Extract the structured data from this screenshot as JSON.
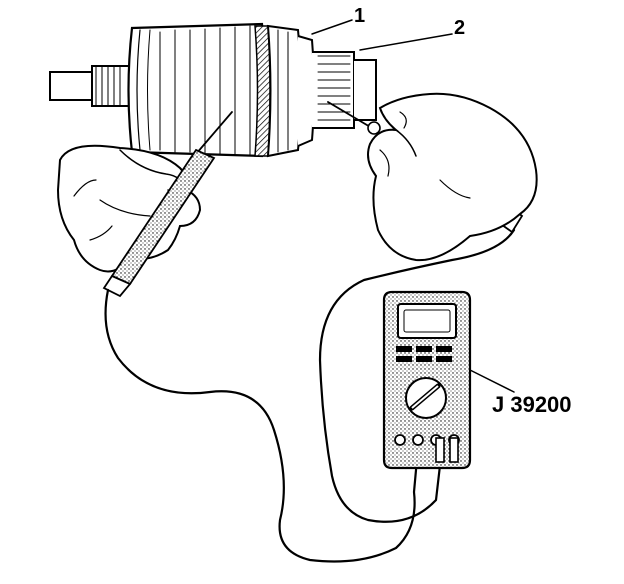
{
  "figure": {
    "callouts": [
      {
        "id": "1",
        "label": "1"
      },
      {
        "id": "2",
        "label": "2"
      }
    ],
    "tool_label": "J 39200",
    "colors": {
      "ink": "#000000",
      "paper": "#ffffff",
      "probe_fill": "#c8c8c8",
      "meter_stipple": "#d9d9d9"
    }
  }
}
